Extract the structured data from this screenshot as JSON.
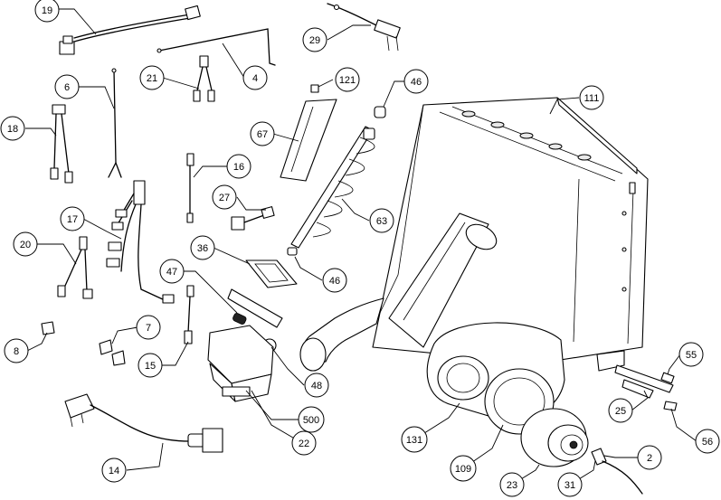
{
  "callouts": [
    {
      "id": "c19",
      "label": "19"
    },
    {
      "id": "c29",
      "label": "29"
    },
    {
      "id": "c4",
      "label": "4"
    },
    {
      "id": "c21",
      "label": "21"
    },
    {
      "id": "c6",
      "label": "6"
    },
    {
      "id": "c121",
      "label": "121"
    },
    {
      "id": "c46a",
      "label": "46"
    },
    {
      "id": "c111",
      "label": "111"
    },
    {
      "id": "c18",
      "label": "18"
    },
    {
      "id": "c67",
      "label": "67"
    },
    {
      "id": "c16",
      "label": "16"
    },
    {
      "id": "c27",
      "label": "27"
    },
    {
      "id": "c63",
      "label": "63"
    },
    {
      "id": "c17",
      "label": "17"
    },
    {
      "id": "c36",
      "label": "36"
    },
    {
      "id": "c20",
      "label": "20"
    },
    {
      "id": "c46b",
      "label": "46"
    },
    {
      "id": "c47",
      "label": "47"
    },
    {
      "id": "c7",
      "label": "7"
    },
    {
      "id": "c8",
      "label": "8"
    },
    {
      "id": "c15",
      "label": "15"
    },
    {
      "id": "c48",
      "label": "48"
    },
    {
      "id": "c55",
      "label": "55"
    },
    {
      "id": "c25",
      "label": "25"
    },
    {
      "id": "c500",
      "label": "500"
    },
    {
      "id": "c56",
      "label": "56"
    },
    {
      "id": "c22",
      "label": "22"
    },
    {
      "id": "c131",
      "label": "131"
    },
    {
      "id": "c14",
      "label": "14"
    },
    {
      "id": "c2",
      "label": "2"
    },
    {
      "id": "c109",
      "label": "109"
    },
    {
      "id": "c23",
      "label": "23"
    },
    {
      "id": "c31",
      "label": "31"
    }
  ]
}
